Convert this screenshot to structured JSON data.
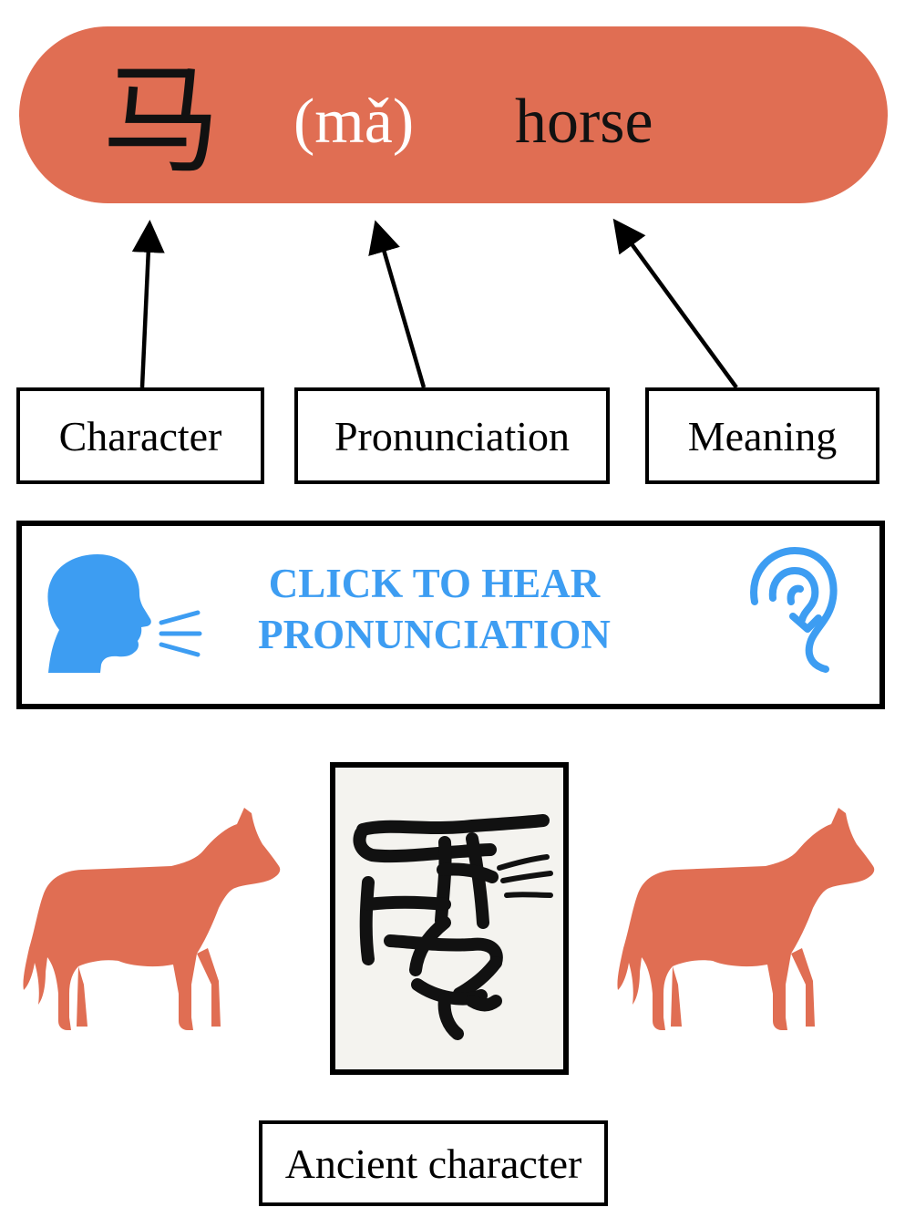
{
  "banner": {
    "character": "马",
    "pinyin": "(mǎ)",
    "meaning": "horse",
    "color": "#e06e53"
  },
  "labels": {
    "character": "Character",
    "pronunciation": "Pronunciation",
    "meaning": "Meaning"
  },
  "hear_button": {
    "line1": "CLICK TO HEAR",
    "line2": "PRONUNCIATION",
    "color": "#3d9df2",
    "left_icon": "speaking-head-icon",
    "right_icon": "ear-icon"
  },
  "illustrations": {
    "left": "horse-icon",
    "right": "horse-icon",
    "center": "ancient-horse-glyph"
  },
  "ancient": {
    "label": "Ancient character"
  }
}
